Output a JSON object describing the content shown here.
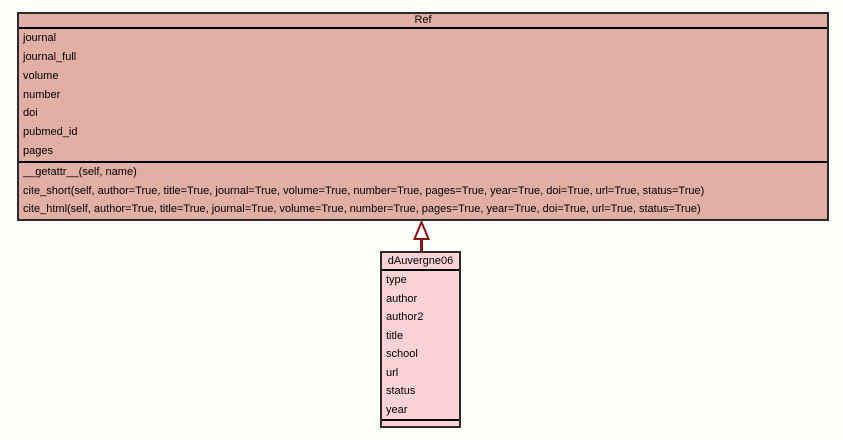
{
  "canvas": {
    "background_color": "#FCFFFA"
  },
  "classes": {
    "ref": {
      "name": "Ref",
      "fill_color": "#E2AFA4",
      "border_color": "#2B2B2B",
      "attributes": [
        "journal",
        "journal_full",
        "volume",
        "number",
        "doi",
        "pubmed_id",
        "pages"
      ],
      "methods": [
        "__getattr__(self, name)",
        "cite_short(self, author=True, title=True, journal=True, volume=True, number=True, pages=True, year=True, doi=True, url=True, status=True)",
        "cite_html(self, author=True, title=True, journal=True, volume=True, number=True, pages=True, year=True, doi=True, url=True, status=True)"
      ]
    },
    "dauvergne06": {
      "name": "dAuvergne06",
      "fill_color": "#FBD2D5",
      "border_color": "#2B2B2B",
      "attributes": [
        "type",
        "author",
        "author2",
        "title",
        "school",
        "url",
        "status",
        "year"
      ],
      "methods": []
    }
  },
  "relationship": {
    "type": "inheritance",
    "from": "dAuvergne06",
    "to": "Ref",
    "arrow_color": "#8F1111"
  }
}
